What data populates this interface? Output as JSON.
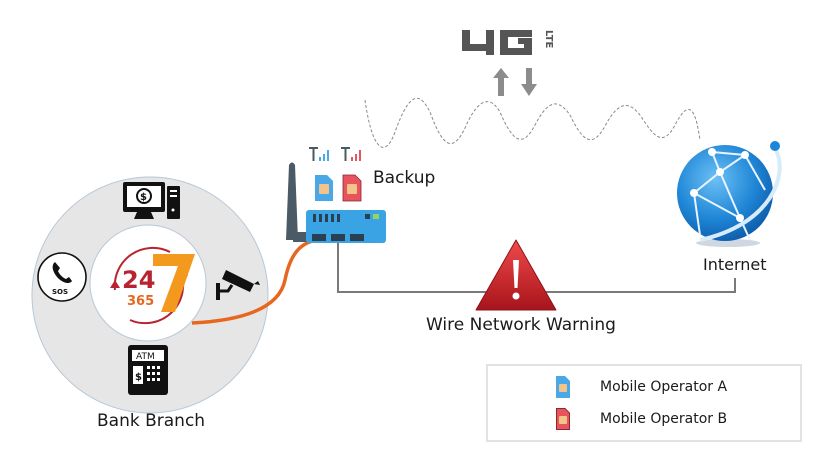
{
  "diagram": {
    "title_badge": "4G",
    "title_badge_sub": "LTE",
    "nodes": {
      "bank_branch": {
        "label": "Bank Branch",
        "center_badge": {
          "big": "24",
          "small": "365",
          "accent": "7"
        },
        "atm_text": "ATM",
        "sos_text": "SOS"
      },
      "router": {
        "label": "Backup"
      },
      "internet": {
        "label": "Internet"
      },
      "warning": {
        "label": "Wire Network Warning"
      }
    },
    "legend": {
      "items": [
        {
          "label": "Mobile Operator A",
          "color": "#4aa8e8"
        },
        {
          "label": "Mobile Operator B",
          "color": "#e8545e"
        }
      ]
    },
    "colors": {
      "cable": "#e8671f",
      "warning_red": "#c8202a",
      "globe_blue": "#1f7fd0",
      "router_blue": "#3aa3e3",
      "accent_orange": "#f39a1e",
      "clock_red": "#b8232f"
    }
  }
}
